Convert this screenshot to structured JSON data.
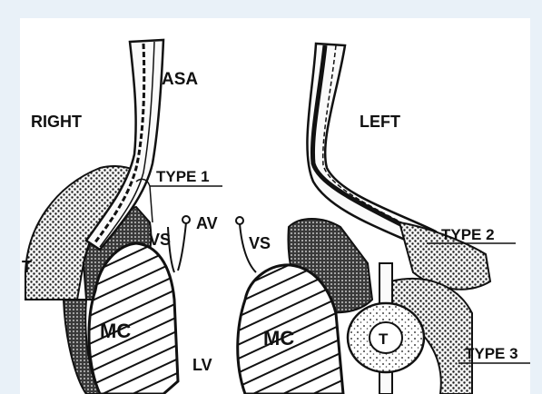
{
  "labels": {
    "asa": "ASA",
    "right": "RIGHT",
    "left": "LEFT",
    "type1": "TYPE 1",
    "type2": "TYPE 2",
    "type3": "TYPE 3",
    "av": "AV",
    "vs_left_panel": "VS",
    "vs_right_panel": "VS",
    "t_edge": "T",
    "mc_left_panel": "MC",
    "mc_right_panel": "MC",
    "lv": "LV",
    "t_circle": "T"
  },
  "colors": {
    "background": "#e9f1f8",
    "panel": "#ffffff",
    "ink": "#111111"
  }
}
